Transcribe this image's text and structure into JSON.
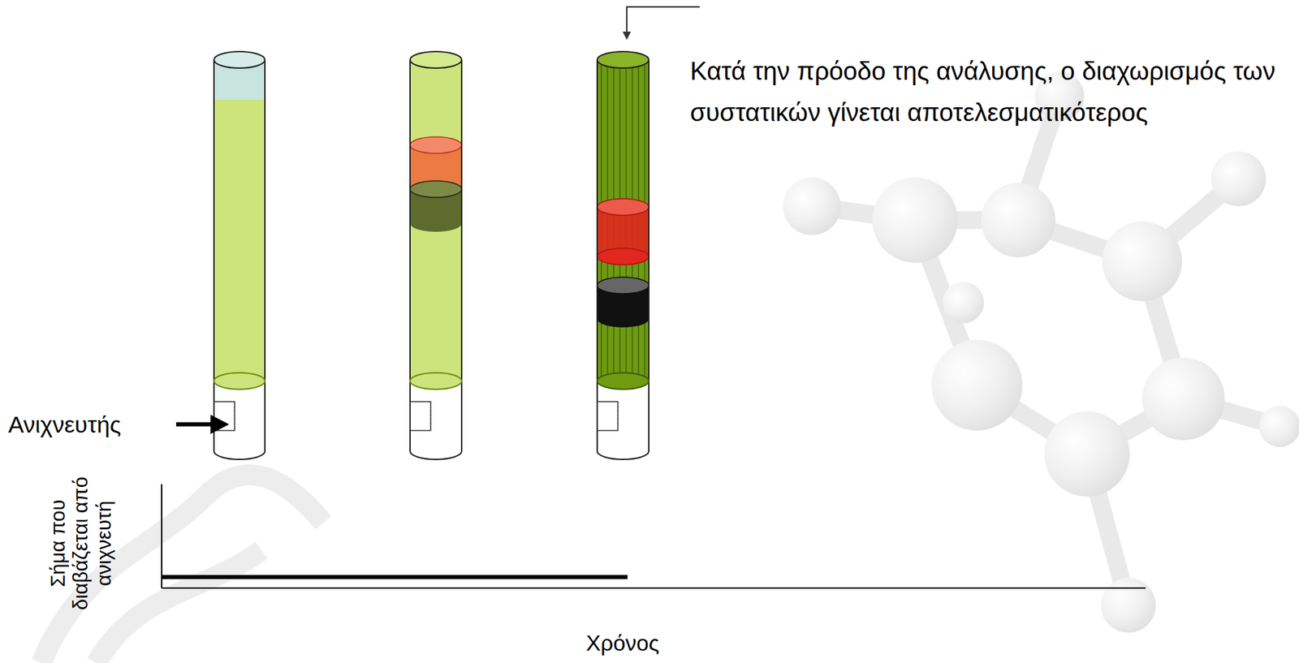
{
  "diagram": {
    "labels": [
      "Κατά την πρόοδο της ανάλυσης, ο διαχωρισμός των συστατικών γίνεται αποτελεσματικότερος",
      "Ανιχνευτής",
      "Σήμα που διαβάζεται από ανιχνευτή",
      "Χρόνος"
    ]
  }
}
